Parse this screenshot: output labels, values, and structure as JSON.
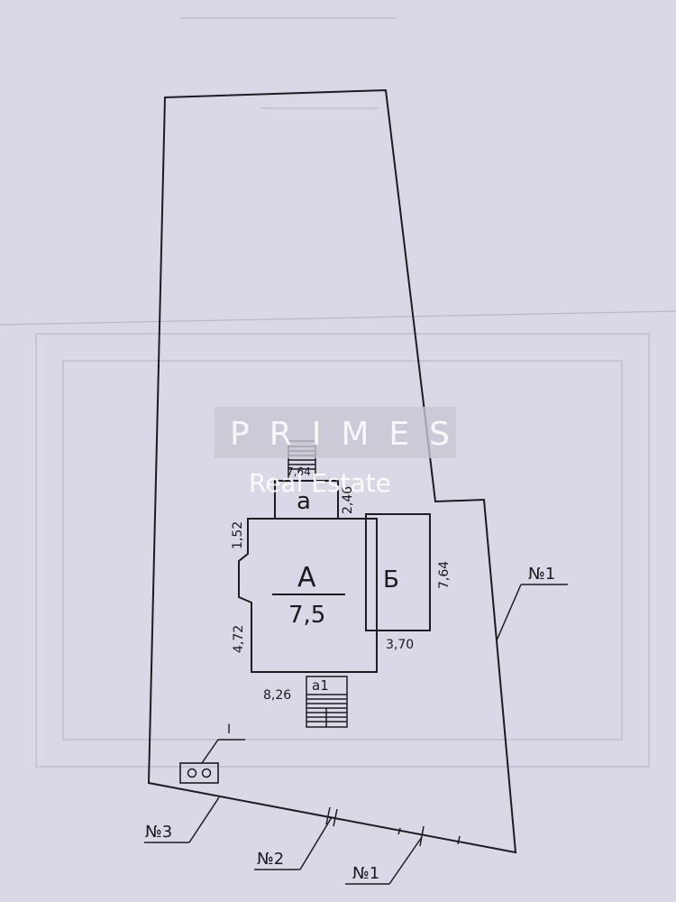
{
  "plan": {
    "building_main": {
      "letter": "А",
      "value": "7,5"
    },
    "building_b": {
      "letter": "Б"
    },
    "porch_a": {
      "letter": "а"
    },
    "porch_a1": {
      "letter": "а1"
    },
    "dimensions": {
      "d_2_46": "2,46",
      "d_1_52": "1,52",
      "d_4_72": "4,72",
      "d_8_26": "8,26",
      "d_7_64": "7,64",
      "d_3_70": "3,70",
      "d_top": "7,64"
    },
    "markers": {
      "well": "I",
      "neighbor_1_right": "№1",
      "neighbor_3": "№3",
      "neighbor_2": "№2",
      "neighbor_1_bottom": "№1"
    }
  },
  "watermark": {
    "title": "PRIMES",
    "subtitle": "Real Estate"
  }
}
